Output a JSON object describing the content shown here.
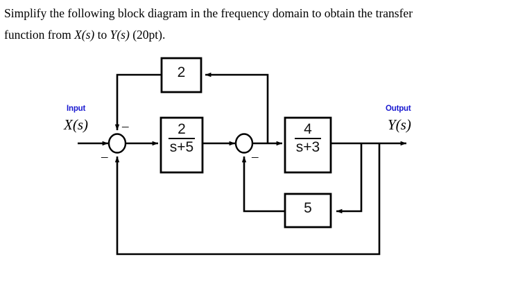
{
  "problem": {
    "line1_part1": "Simplify the following block diagram in the frequency domain to obtain the transfer",
    "line2_part1": "function from ",
    "line2_math1": "X(s)",
    "line2_part2": " to ",
    "line2_math2": "Y(s)",
    "line2_part3": " (20pt)."
  },
  "diagram": {
    "input": {
      "kind": "Input",
      "symbol": "X(s)"
    },
    "output": {
      "kind": "Output",
      "symbol": "Y(s)"
    },
    "blocks": [
      {
        "id": "gain-2-feedback",
        "label": "2",
        "kind": "gain"
      },
      {
        "id": "tf-2-over-s-plus-5",
        "numerator": "2",
        "denominator": "s+5",
        "kind": "transfer-function"
      },
      {
        "id": "tf-4-over-s-plus-3",
        "numerator": "4",
        "denominator": "s+3",
        "kind": "transfer-function"
      },
      {
        "id": "gain-5-feedback",
        "label": "5",
        "kind": "gain"
      }
    ],
    "summing_junctions": [
      {
        "id": "sum-1",
        "signs": [
          "-",
          "-"
        ]
      },
      {
        "id": "sum-2",
        "signs": [
          "-"
        ]
      }
    ],
    "sign_labels": {
      "sum1_top": "–",
      "sum1_bottom": "–",
      "sum2_bottom": "–"
    },
    "colors": {
      "line": "#000000",
      "io_label": "#1818d0",
      "block_border": "#000000",
      "text": "#000000"
    }
  }
}
